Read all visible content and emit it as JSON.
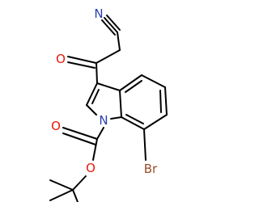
{
  "diagram": {
    "type": "chemical-structure",
    "atom_labels": {
      "nitrile_n": "N",
      "ketone_o": "O",
      "ring_n": "N",
      "bromine": "Br",
      "carbonyl_o": "O",
      "ester_o": "O"
    },
    "colors": {
      "bond": "#000000",
      "oxygen": "#e8180c",
      "nitrogen": "#2a3eb0",
      "bromine": "#9a4a26",
      "background": "#ffffff"
    }
  }
}
